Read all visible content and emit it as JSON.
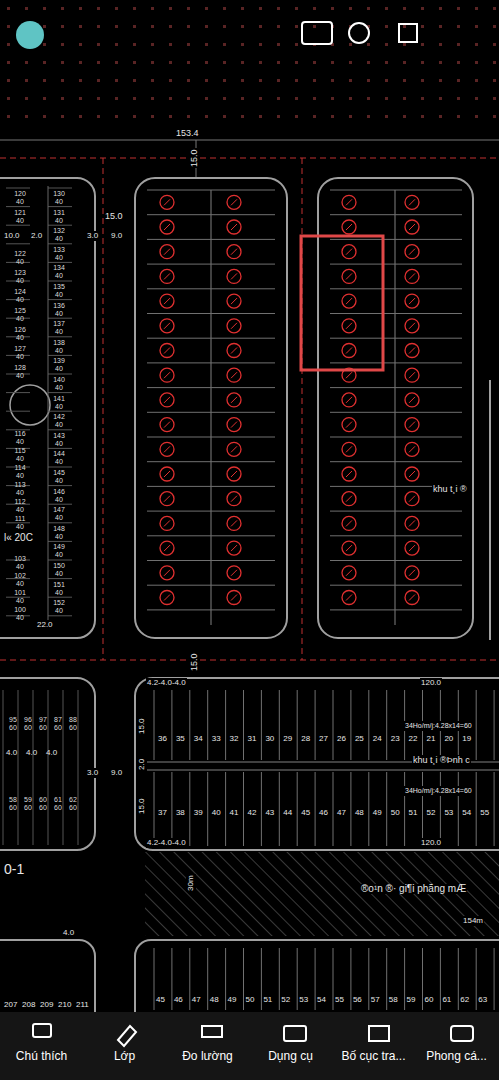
{
  "diagram": {
    "nodes": [
      {
        "text": [
          "Chú thích"
        ]
      },
      {
        "text": [
          "Lớp"
        ]
      },
      {
        "text": [
          "Đo lường"
        ]
      },
      {
        "text": [
          "Dụng cụ"
        ]
      },
      {
        "text": [
          "Bố cục tra..."
        ]
      },
      {
        "text": [
          "Phong cá..."
        ]
      }
    ],
    "labels": [
      "153.4",
      "15.0",
      "15.0",
      "9.0",
      "3.0",
      "10.0",
      "2.0",
      "khu t¸i ®",
      "l« 20C",
      "15.0",
      "22.0",
      "4.2-4.0-4.0",
      "120.0",
      "15.0",
      "34Ho/m/j:4.28x14=60",
      "2.0",
      "khu t¸i ®Þnh c",
      "34Ho/m/j:4.28x14=60",
      "15.0",
      "4.2-4.0-4.0",
      "120.0",
      "9.0",
      "3.0",
      "®o¹n ®· gi¶i phãng mÆ",
      "30m",
      "154m",
      "4.0",
      "0-1",
      "120 40",
      "121 40",
      "122 40",
      "123 40",
      "124 40",
      "125 40",
      "126 40",
      "127 40",
      "128 40",
      "116 40",
      "115 40",
      "114 40",
      "113 40",
      "112 40",
      "111 40",
      "103 40",
      "102 40",
      "101 40",
      "100 40",
      "130 40",
      "131 40",
      "132 40",
      "133 40",
      "134 40",
      "135 40",
      "136 40",
      "137 40",
      "138 40",
      "139 40",
      "140 40",
      "141 40",
      "142 40",
      "143 40",
      "144 40",
      "145 40",
      "146 40",
      "147 40",
      "148 40",
      "149 40",
      "150 40",
      "151 40",
      "152 40",
      "36",
      "35",
      "34",
      "33",
      "32",
      "31",
      "30",
      "29",
      "28",
      "27",
      "26",
      "25",
      "24",
      "23",
      "22",
      "21",
      "20",
      "19",
      "37",
      "38",
      "39",
      "40",
      "41",
      "42",
      "43",
      "44",
      "45",
      "46",
      "47",
      "48",
      "49",
      "50",
      "51",
      "52",
      "53",
      "54",
      "55",
      "95 60",
      "96 60",
      "97 60",
      "87 60",
      "88 60",
      "4.0",
      "4.0",
      "4.0",
      "58 60",
      "59 60",
      "60 60",
      "61 60",
      "62 60",
      "45",
      "46",
      "47",
      "48",
      "49",
      "50",
      "51",
      "52",
      "53",
      "54",
      "55",
      "56",
      "57",
      "58",
      "59",
      "60",
      "61",
      "62",
      "63",
      "207",
      "208",
      "209",
      "210",
      "211"
    ]
  }
}
